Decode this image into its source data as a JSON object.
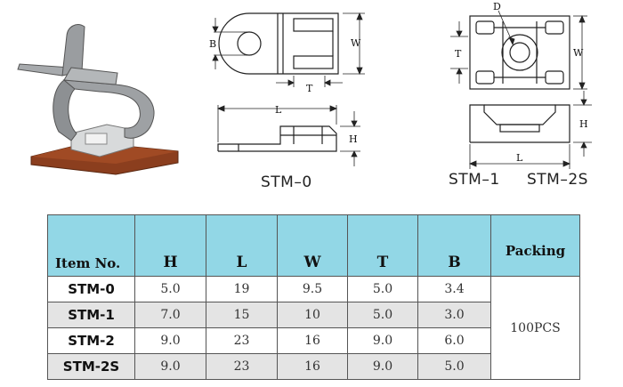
{
  "drawings": {
    "stm0": {
      "label": "STM–0",
      "dims": {
        "B": "B",
        "W": "W",
        "T": "T",
        "L": "L",
        "H": "H"
      }
    },
    "stm1": {
      "label": "STM–1",
      "dims": {
        "D": "D",
        "T": "T",
        "W": "W",
        "L": "L",
        "H": "H"
      }
    },
    "stm2s": {
      "label": "STM–2S"
    }
  },
  "table": {
    "headers": {
      "item": "Item No.",
      "h": "H",
      "l": "L",
      "w": "W",
      "t": "T",
      "b": "B",
      "packing": "Packing"
    },
    "rows": [
      {
        "item": "STM-0",
        "h": "5.0",
        "l": "19",
        "w": "9.5",
        "t": "5.0",
        "b": "3.4"
      },
      {
        "item": "STM-1",
        "h": "7.0",
        "l": "15",
        "w": "10",
        "t": "5.0",
        "b": "3.0"
      },
      {
        "item": "STM-2",
        "h": "9.0",
        "l": "23",
        "w": "16",
        "t": "9.0",
        "b": "6.0"
      },
      {
        "item": "STM-2S",
        "h": "9.0",
        "l": "23",
        "w": "16",
        "t": "9.0",
        "b": "5.0"
      }
    ],
    "packing": "100PCS"
  },
  "colors": {
    "header_bg": "#92d7e6",
    "alt_row_bg": "#e4e4e4",
    "base_plate": "#8b3e1e"
  }
}
